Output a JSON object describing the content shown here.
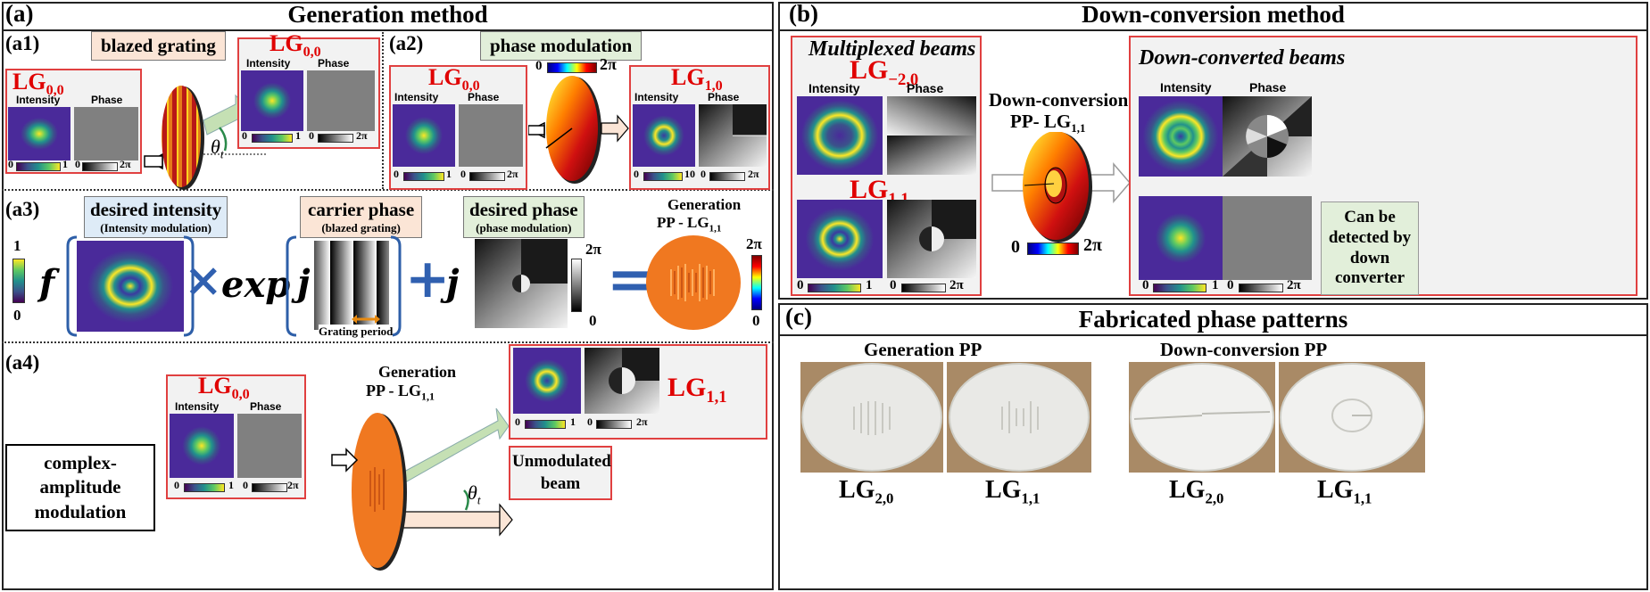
{
  "panel_a": {
    "label": "(a)",
    "title": "Generation method",
    "a1": {
      "label": "(a1)",
      "tag": "blazed grating",
      "in_lg": "LG",
      "in_sub": "0,0",
      "out_lg": "LG",
      "out_sub": "0,0",
      "theta": "θ",
      "theta_sub": "t"
    },
    "a2": {
      "label": "(a2)",
      "tag": "phase modulation",
      "in_lg": "LG",
      "in_sub": "0,0",
      "out_lg": "LG",
      "out_sub": "1,0",
      "bar_min": "0",
      "bar_max": "2π"
    },
    "a3": {
      "label": "(a3)",
      "tag1": "desired intensity",
      "tag1_sub": "(Intensity modulation)",
      "tag2": "carrier phase",
      "tag2_sub": "(blazed grating)",
      "tag3": "desired phase",
      "tag3_sub": "(phase modulation)",
      "f": "f",
      "times": "×",
      "exp": "exp",
      "j1": "j",
      "plus": "+",
      "j2": "j",
      "equals": "=",
      "grating_period": "Grating period",
      "gen_title": "Generation",
      "gen_pp": "PP - LG",
      "gen_sub": "1,1",
      "v1_top": "1",
      "v1_bot": "0",
      "v2_top": "2π",
      "v2_bot": "0",
      "v3_top": "2π",
      "v3_bot": "0"
    },
    "a4": {
      "label": "(a4)",
      "cam_tag": "complex-amplitude modulation",
      "in_lg": "LG",
      "in_sub": "0,0",
      "gen_title": "Generation",
      "gen_pp": "PP - LG",
      "gen_sub": "1,1",
      "out_lg": "LG",
      "out_sub": "1,1",
      "unmod": "Unmodulated beam",
      "theta": "θ",
      "theta_sub": "t"
    },
    "common": {
      "intensity": "Intensity",
      "phase": "Phase",
      "int_min": "0",
      "int_max": "1",
      "ph_min": "0",
      "ph_max": "2π",
      "int_max_10": "10"
    }
  },
  "panel_b": {
    "label": "(b)",
    "title": "Down-conversion method",
    "multiplexed": "Multiplexed beams",
    "downconverted": "Down-converted beams",
    "lg_m20": "LG",
    "lg_m20_sub": "−2,0",
    "lg_11": "LG",
    "lg_11_sub": "1,1",
    "dc_title": "Down-conversion",
    "dc_pp": "PP- LG",
    "dc_sub": "1,1",
    "bar_min": "0",
    "bar_max": "2π",
    "detect_note": "Can be detected by down converter"
  },
  "panel_c": {
    "label": "(c)",
    "title": "Fabricated phase patterns",
    "gen_pp": "Generation PP",
    "dc_pp": "Down-conversion PP",
    "photos": [
      {
        "lg": "LG",
        "sub": "2,0"
      },
      {
        "lg": "LG",
        "sub": "1,1"
      },
      {
        "lg": "LG",
        "sub": "2,0"
      },
      {
        "lg": "LG",
        "sub": "1,1"
      }
    ]
  },
  "colors": {
    "lg_red": "#e00000",
    "tag_orange": "#fbe5d6",
    "tag_green": "#e2efda",
    "tag_blue": "#deebf7",
    "arrow_green": "#c5e0b4"
  }
}
